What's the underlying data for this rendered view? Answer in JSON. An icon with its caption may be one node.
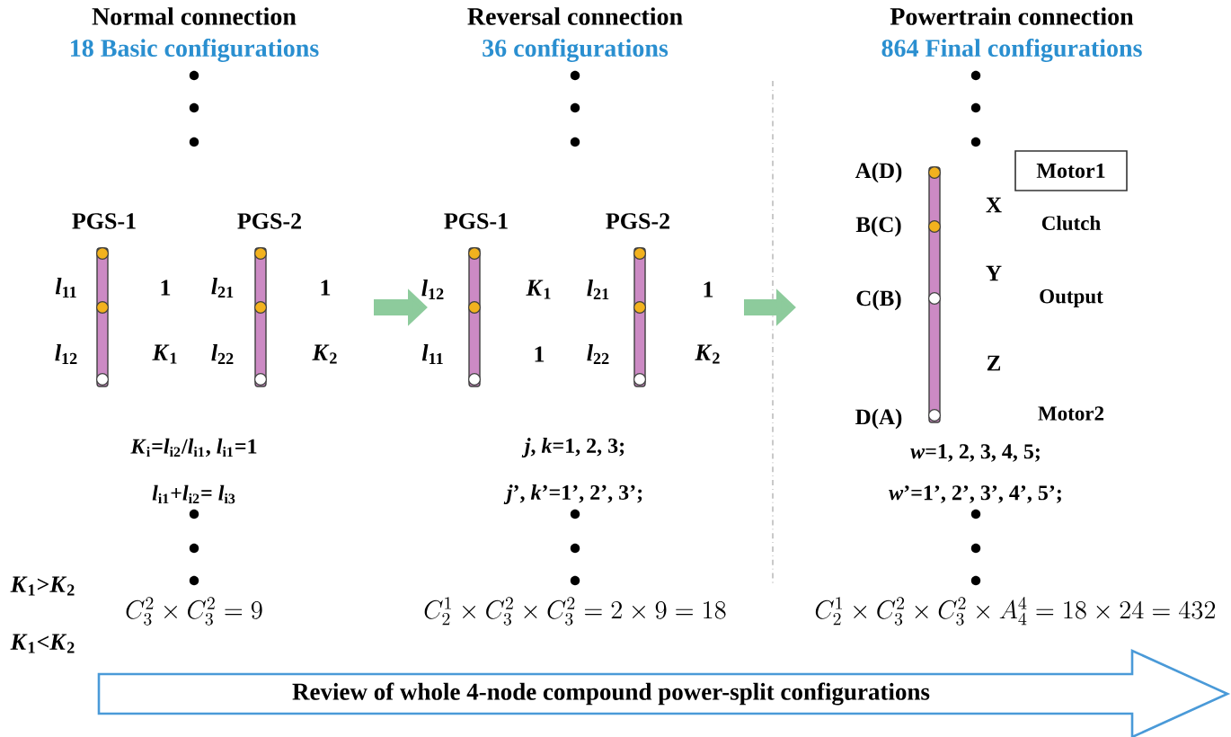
{
  "diagram": {
    "nodes": [
      {
        "text": [],
        "shape": "bar",
        "beside": [
          "PGS-1"
        ]
      },
      {
        "text": [],
        "shape": "bar",
        "beside": [
          "PGS-2"
        ]
      },
      {
        "text": [],
        "shape": "bar",
        "beside": [
          "PGS-1"
        ]
      },
      {
        "text": [],
        "shape": "bar",
        "beside": [
          "PGS-2"
        ]
      },
      {
        "text": [],
        "shape": "bar",
        "beside": [
          "A(D)",
          "B(C)",
          "C(B)",
          "D(A)"
        ]
      },
      {
        "text": [
          "Motor1"
        ]
      },
      {
        "text": [
          "Review of whole 4-node compound power-split configurations"
        ]
      }
    ],
    "labels": [
      "Normal connection",
      "18 Basic configurations",
      "Reversal connection",
      "36 configurations",
      "Powertrain connection",
      "864 Final configurations",
      "*l*$_{11}$",
      "1",
      "*l*$_{21}$",
      "1",
      "*l*$_{12}$",
      "*K*$_{1}$",
      "*l*$_{21}$",
      "1",
      "X",
      "Clutch",
      "Y",
      "Output",
      "*l*$_{12}$",
      "*K*$_{1}$",
      "*l*$_{22}$",
      "*K*$_{2}$",
      "*l*$_{11}$",
      "1",
      "*l*$_{22}$",
      "*K*$_{2}$",
      "Z",
      "Motor2",
      "*K*$_{i}$=*l*$_{i2}$/*l*$_{i1}$, *l*$_{i1}$=1",
      "*j*, *k*=1, 2, 3;",
      "*w*=1, 2, 3, 4, 5;",
      "*l*$_{i1}$+*l*$_{i2}$= *l*$_{i3}$",
      "*j*’, *k*’=1’, 2’, 3’;",
      "*w*’=1’, 2’, 3’, 4’, 5’;",
      "*K*$_{1}$>*K*$_{2}$",
      "C_3^2\\times C_3^2=9",
      "C_2^1\\times C_3^2\\times C_3^2=2\\times 9=18",
      "C_2^1\\times C_3^2\\times C_3^2\\times A_4^4=18\\times 24=432",
      "*K*$_{1}$<*K*$_{2}$"
    ]
  }
}
